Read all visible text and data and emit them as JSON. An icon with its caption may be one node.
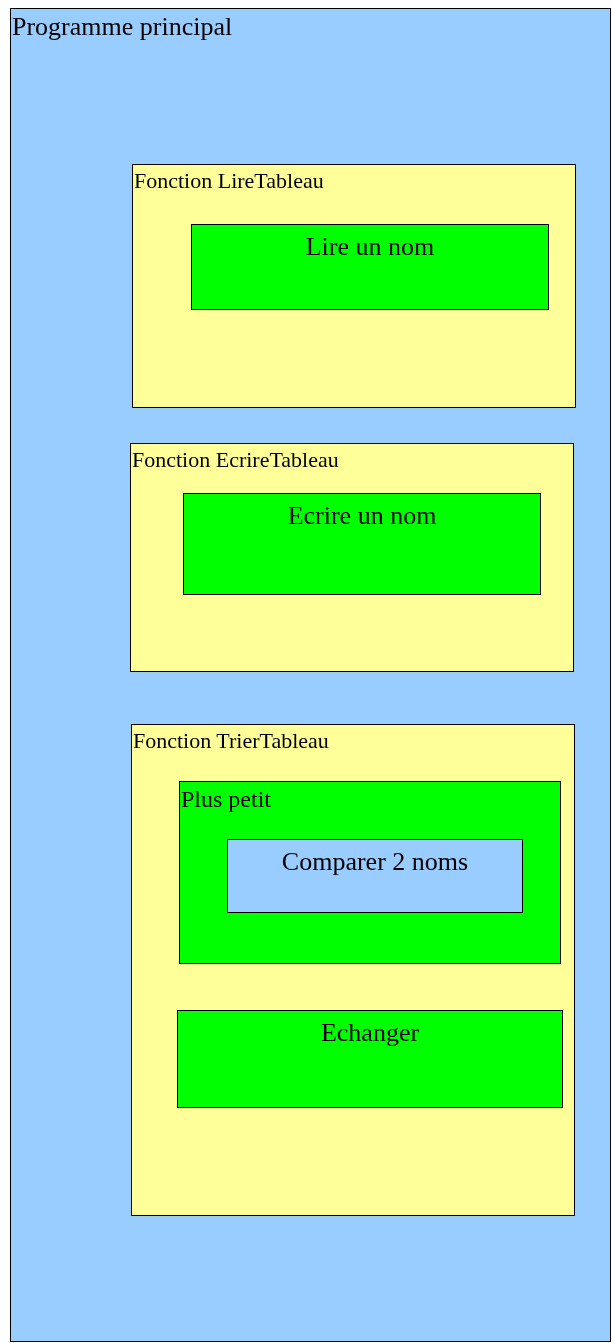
{
  "diagram": {
    "nodes": [
      {
        "text": [
          "Programme principal"
        ]
      },
      {
        "text": [
          "Fonction LireTableau"
        ],
        "in": 0
      },
      {
        "text": [
          "Lire un nom"
        ],
        "in": 1
      },
      {
        "text": [
          "Fonction EcrireTableau"
        ],
        "in": 0
      },
      {
        "text": [
          "Ecrire un nom"
        ],
        "in": 3
      },
      {
        "text": [
          "Fonction TrierTableau"
        ],
        "in": 0
      },
      {
        "text": [
          "Plus petit"
        ],
        "in": 5
      },
      {
        "text": [
          "Comparer 2 noms"
        ],
        "in": 6
      },
      {
        "text": [
          "Echanger"
        ],
        "in": 5
      }
    ]
  }
}
